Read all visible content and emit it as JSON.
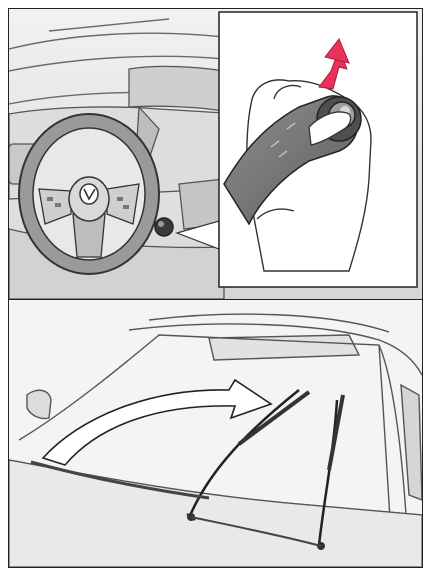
{
  "figure": {
    "top_panel": {
      "scene": "steering-wheel-and-dashboard",
      "inset": "hand-pushing-wiper-lever-up",
      "arrow_color": "#e8325a"
    },
    "bottom_panel": {
      "scene": "windshield-wipers-raised",
      "arrow_fill": "#ffffff"
    },
    "line_color": "#222222",
    "shade_colors": [
      "#e6e6e6",
      "#cfcfcf",
      "#8a8a8a",
      "#6e6e6e"
    ]
  }
}
